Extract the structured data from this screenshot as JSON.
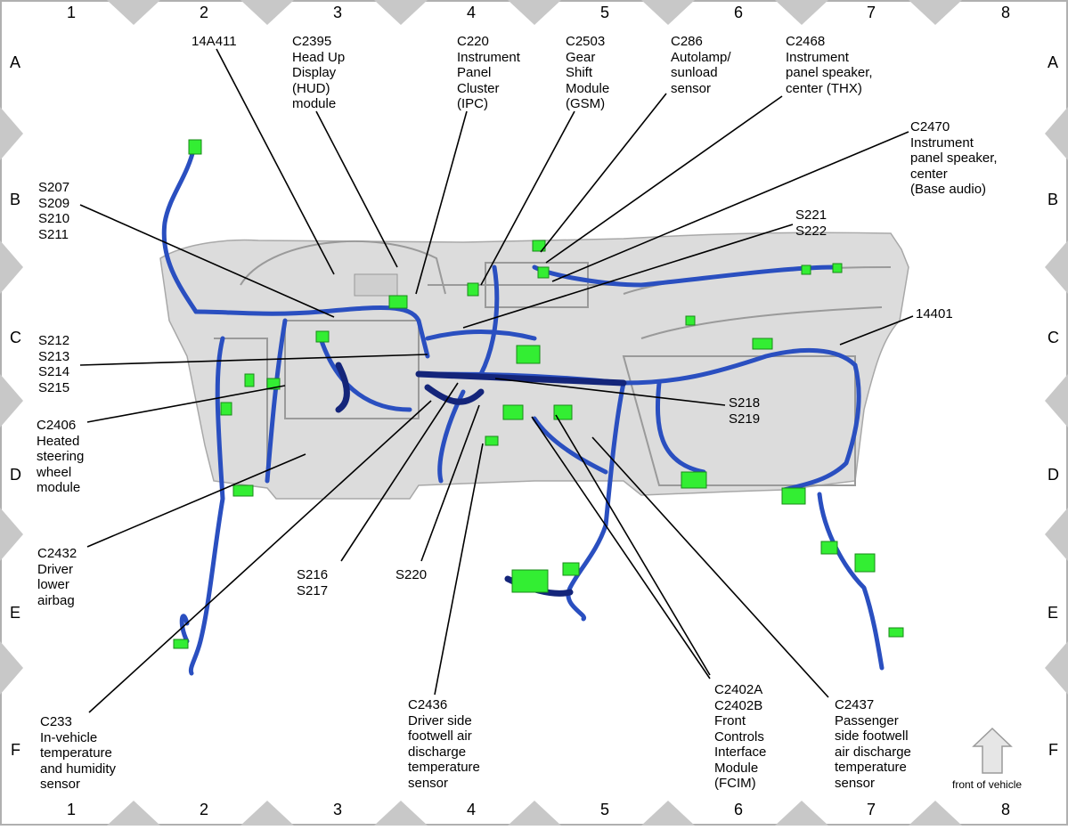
{
  "grid": {
    "columns": [
      "1",
      "2",
      "3",
      "4",
      "5",
      "6",
      "7",
      "8"
    ],
    "rows": [
      "A",
      "B",
      "C",
      "D",
      "E",
      "F"
    ]
  },
  "front_text": "front of vehicle",
  "callouts": {
    "c14a411": "14A411",
    "c2395": "C2395\nHead Up\nDisplay\n(HUD)\nmodule",
    "c220": "C220\nInstrument\nPanel\nCluster\n(IPC)",
    "c2503": "C2503\nGear\nShift\nModule\n(GSM)",
    "c286": "C286\nAutolamp/\nsunload\nsensor",
    "c2468": "C2468\nInstrument\npanel speaker,\ncenter (THX)",
    "c2470": "C2470\nInstrument\npanel speaker,\ncenter\n(Base audio)",
    "s207": "S207\nS209\nS210\nS211",
    "s221": "S221\nS222",
    "c14401": "14401",
    "s212": "S212\nS213\nS214\nS215",
    "c2406": "C2406\nHeated\nsteering\nwheel\nmodule",
    "s218": "S218\nS219",
    "c2432": "C2432\nDriver\nlower\nairbag",
    "s216": "S216\nS217",
    "s220": "S220",
    "c233": "C233\nIn-vehicle\ntemperature\nand humidity\nsensor",
    "c2436": "C2436\nDriver side\nfootwell air\ndischarge\ntemperature\nsensor",
    "c2402": "C2402A\nC2402B\nFront\nControls\nInterface\nModule\n(FCIM)",
    "c2437": "C2437\nPassenger\nside footwell\nair discharge\ntemperature\nsensor"
  },
  "colors": {
    "harness": "#2a4fc0",
    "harness_dark": "#14257a",
    "connector": "#33ee33",
    "panel": "#d9d9d9",
    "border_triangle": "#c8c8c8"
  }
}
